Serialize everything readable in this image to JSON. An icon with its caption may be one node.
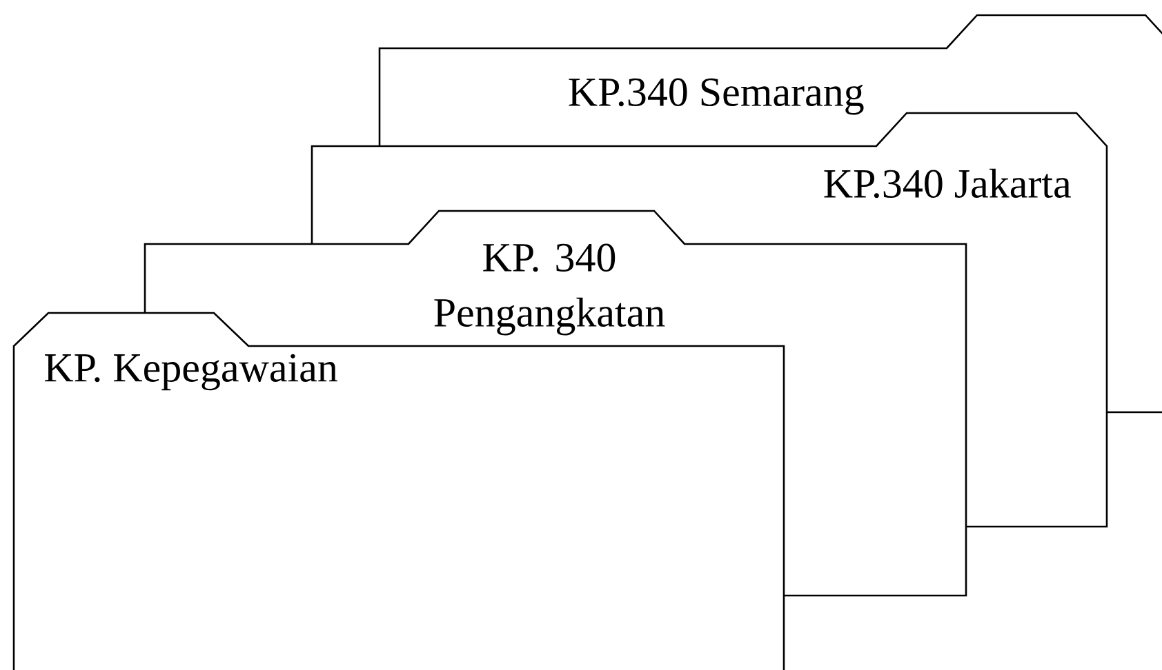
{
  "diagram": {
    "nodes": [
      {
        "text": [
          "KP.340 Semarang"
        ]
      },
      {
        "text": [
          "KP.340 Jakarta"
        ]
      },
      {
        "text": [
          "KP. 340 Pengangkatan"
        ]
      },
      {
        "text": [
          "KP. Kepegawaian"
        ]
      }
    ]
  }
}
